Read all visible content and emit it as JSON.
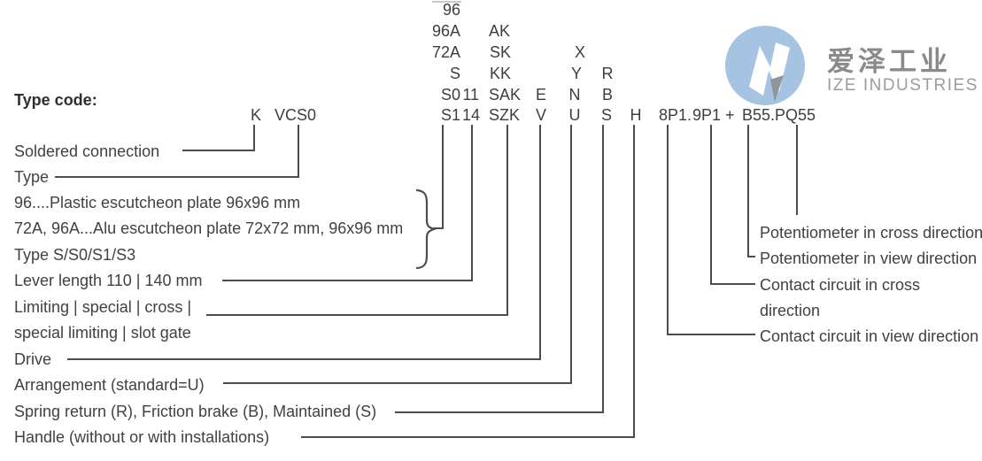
{
  "title": "Type code:",
  "logo": {
    "chinese": "爱泽工业",
    "english": "IZE INDUSTRIES",
    "accent_blue": "#a6c3e2",
    "grey_text": "#8a8a8a"
  },
  "code": {
    "main_row": [
      "K",
      "VCS0",
      "S1",
      "14",
      "SZK",
      "V",
      "U",
      "S",
      "H",
      "8P1.",
      "9P1 +",
      "B55.PQ55"
    ],
    "stack": {
      "plate": [
        "96",
        "96A",
        "72A",
        "S",
        "S0"
      ],
      "length": [
        "11"
      ],
      "gate": [
        "AK",
        "SK",
        "KK",
        "SAK"
      ],
      "drive": [
        "E"
      ],
      "arrangement": [
        "X",
        "Y",
        "N"
      ],
      "retention": [
        "R",
        "B"
      ]
    }
  },
  "left_labels": [
    "Soldered connection",
    "Type",
    "96....Plastic escutcheon plate 96x96 mm",
    "72A, 96A...Alu escutcheon plate 72x72 mm, 96x96 mm",
    "Type S/S0/S1/S3",
    "Lever length 110 | 140 mm",
    "Limiting | special | cross |",
    "special limiting | slot gate",
    "Drive",
    "Arrangement (standard=U)",
    "Spring return (R), Friction brake (B), Maintained (S)",
    "Handle (without or with installations)"
  ],
  "right_labels": [
    "Potentiometer in cross direction",
    "Potentiometer in view direction",
    "Contact circuit in cross",
    "direction",
    "Contact circuit in view direction"
  ]
}
